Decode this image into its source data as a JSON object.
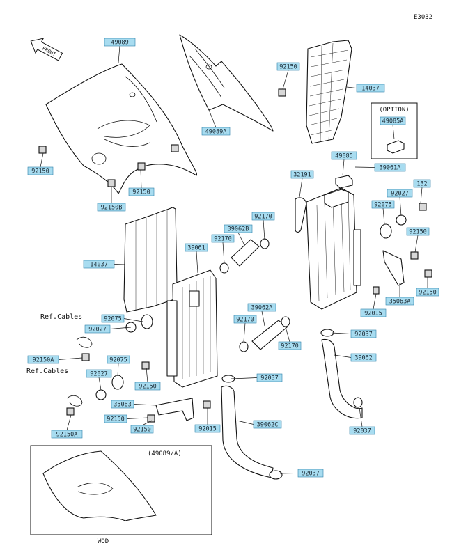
{
  "diagram_code": "E3032",
  "front_label": "FRONT",
  "option_label": "(OPTION)",
  "inset_label": "(49089/A)",
  "inset_caption": "WOD",
  "ref_cables_1": "Ref.Cables",
  "ref_cables_2": "Ref.Cables",
  "labels": [
    {
      "id": "l1",
      "text": "49089"
    },
    {
      "id": "l2",
      "text": "92150"
    },
    {
      "id": "l3",
      "text": "49089A"
    },
    {
      "id": "l4",
      "text": "14037"
    },
    {
      "id": "l5",
      "text": "49085A"
    },
    {
      "id": "l6",
      "text": "92150"
    },
    {
      "id": "l7",
      "text": "92150"
    },
    {
      "id": "l8",
      "text": "92150B"
    },
    {
      "id": "l9",
      "text": "49085"
    },
    {
      "id": "l10",
      "text": "39061A"
    },
    {
      "id": "l11",
      "text": "32191"
    },
    {
      "id": "l12",
      "text": "92027"
    },
    {
      "id": "l13",
      "text": "132"
    },
    {
      "id": "l14",
      "text": "92075"
    },
    {
      "id": "l15",
      "text": "92170"
    },
    {
      "id": "l16",
      "text": "39062B"
    },
    {
      "id": "l17",
      "text": "92170"
    },
    {
      "id": "l18",
      "text": "39061"
    },
    {
      "id": "l19",
      "text": "92150"
    },
    {
      "id": "l20",
      "text": "14037"
    },
    {
      "id": "l21",
      "text": "35063A"
    },
    {
      "id": "l22",
      "text": "92150"
    },
    {
      "id": "l23",
      "text": "92015"
    },
    {
      "id": "l24",
      "text": "39062A"
    },
    {
      "id": "l25",
      "text": "92075"
    },
    {
      "id": "l26",
      "text": "92170"
    },
    {
      "id": "l27",
      "text": "92027"
    },
    {
      "id": "l28",
      "text": "92170"
    },
    {
      "id": "l29",
      "text": "92037"
    },
    {
      "id": "l30",
      "text": "92150A"
    },
    {
      "id": "l31",
      "text": "92075"
    },
    {
      "id": "l32",
      "text": "39062"
    },
    {
      "id": "l33",
      "text": "92027"
    },
    {
      "id": "l34",
      "text": "92150"
    },
    {
      "id": "l35",
      "text": "92037"
    },
    {
      "id": "l36",
      "text": "35063"
    },
    {
      "id": "l37",
      "text": "92150"
    },
    {
      "id": "l38",
      "text": "92150"
    },
    {
      "id": "l39",
      "text": "92015"
    },
    {
      "id": "l40",
      "text": "39062C"
    },
    {
      "id": "l41",
      "text": "92150A"
    },
    {
      "id": "l42",
      "text": "92037"
    },
    {
      "id": "l43",
      "text": "92037"
    }
  ]
}
